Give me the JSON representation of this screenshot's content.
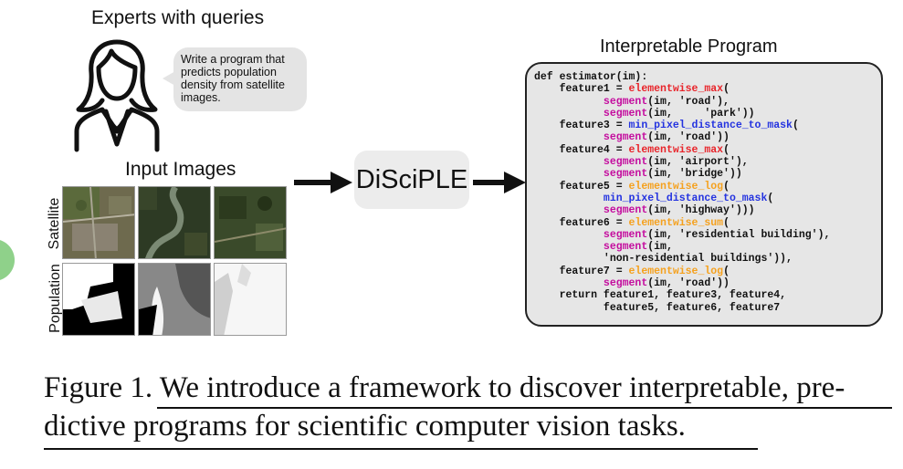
{
  "experts": {
    "title": "Experts with queries",
    "query_lines": [
      "Write a program that",
      "predicts population",
      "density from satellite",
      "images."
    ]
  },
  "input": {
    "title": "Input Images",
    "row_labels": {
      "satellite": "Satellite",
      "population": "Population"
    }
  },
  "method": {
    "name": "DiSciPLE"
  },
  "program": {
    "title": "Interpretable Program",
    "lines": [
      [
        {
          "t": "def estimator(im):",
          "c": ""
        }
      ],
      [
        {
          "t": "    feature1 = ",
          "c": ""
        },
        {
          "t": "elementwise_max",
          "c": "red"
        },
        {
          "t": "(",
          "c": ""
        }
      ],
      [
        {
          "t": "           ",
          "c": ""
        },
        {
          "t": "segment",
          "c": "mag"
        },
        {
          "t": "(im, 'road'),",
          "c": ""
        }
      ],
      [
        {
          "t": "           ",
          "c": ""
        },
        {
          "t": "segment",
          "c": "mag"
        },
        {
          "t": "(im,     'park'))",
          "c": ""
        }
      ],
      [
        {
          "t": "    feature3 = ",
          "c": ""
        },
        {
          "t": "min_pixel_distance_to_mask",
          "c": "blue"
        },
        {
          "t": "(",
          "c": ""
        }
      ],
      [
        {
          "t": "           ",
          "c": ""
        },
        {
          "t": "segment",
          "c": "mag"
        },
        {
          "t": "(im, 'road'))",
          "c": ""
        }
      ],
      [
        {
          "t": "    feature4 = ",
          "c": ""
        },
        {
          "t": "elementwise_max",
          "c": "red"
        },
        {
          "t": "(",
          "c": ""
        }
      ],
      [
        {
          "t": "           ",
          "c": ""
        },
        {
          "t": "segment",
          "c": "mag"
        },
        {
          "t": "(im, 'airport'),",
          "c": ""
        }
      ],
      [
        {
          "t": "           ",
          "c": ""
        },
        {
          "t": "segment",
          "c": "mag"
        },
        {
          "t": "(im, 'bridge'))",
          "c": ""
        }
      ],
      [
        {
          "t": "    feature5 = ",
          "c": ""
        },
        {
          "t": "elementwise_log",
          "c": "orange"
        },
        {
          "t": "(",
          "c": ""
        }
      ],
      [
        {
          "t": "           ",
          "c": ""
        },
        {
          "t": "min_pixel_distance_to_mask",
          "c": "blue"
        },
        {
          "t": "(",
          "c": ""
        }
      ],
      [
        {
          "t": "           ",
          "c": ""
        },
        {
          "t": "segment",
          "c": "mag"
        },
        {
          "t": "(im, 'highway')))",
          "c": ""
        }
      ],
      [
        {
          "t": "    feature6 = ",
          "c": ""
        },
        {
          "t": "elementwise_sum",
          "c": "orange"
        },
        {
          "t": "(",
          "c": ""
        }
      ],
      [
        {
          "t": "           ",
          "c": ""
        },
        {
          "t": "segment",
          "c": "mag"
        },
        {
          "t": "(im, 'residential building'),",
          "c": ""
        }
      ],
      [
        {
          "t": "           ",
          "c": ""
        },
        {
          "t": "segment",
          "c": "mag"
        },
        {
          "t": "(im,",
          "c": ""
        }
      ],
      [
        {
          "t": "           'non-residential buildings')),",
          "c": ""
        }
      ],
      [
        {
          "t": "    feature7 = ",
          "c": ""
        },
        {
          "t": "elementwise_log",
          "c": "orange"
        },
        {
          "t": "(",
          "c": ""
        }
      ],
      [
        {
          "t": "           ",
          "c": ""
        },
        {
          "t": "segment",
          "c": "mag"
        },
        {
          "t": "(im, 'road'))",
          "c": ""
        }
      ],
      [
        {
          "t": "    return feature1, feature3, feature4,",
          "c": ""
        }
      ],
      [
        {
          "t": "           feature5, feature6, feature7",
          "c": ""
        }
      ]
    ]
  },
  "caption": {
    "line1": "Figure 1. We introduce a framework to discover interpretable, pre-",
    "line2": "dictive programs for scientific computer vision tasks."
  },
  "colors": {
    "red": "#e8242a",
    "blue": "#2433e0",
    "magenta": "#c40c9e",
    "orange": "#f5a11e",
    "box_fill": "#e6e6e6"
  }
}
